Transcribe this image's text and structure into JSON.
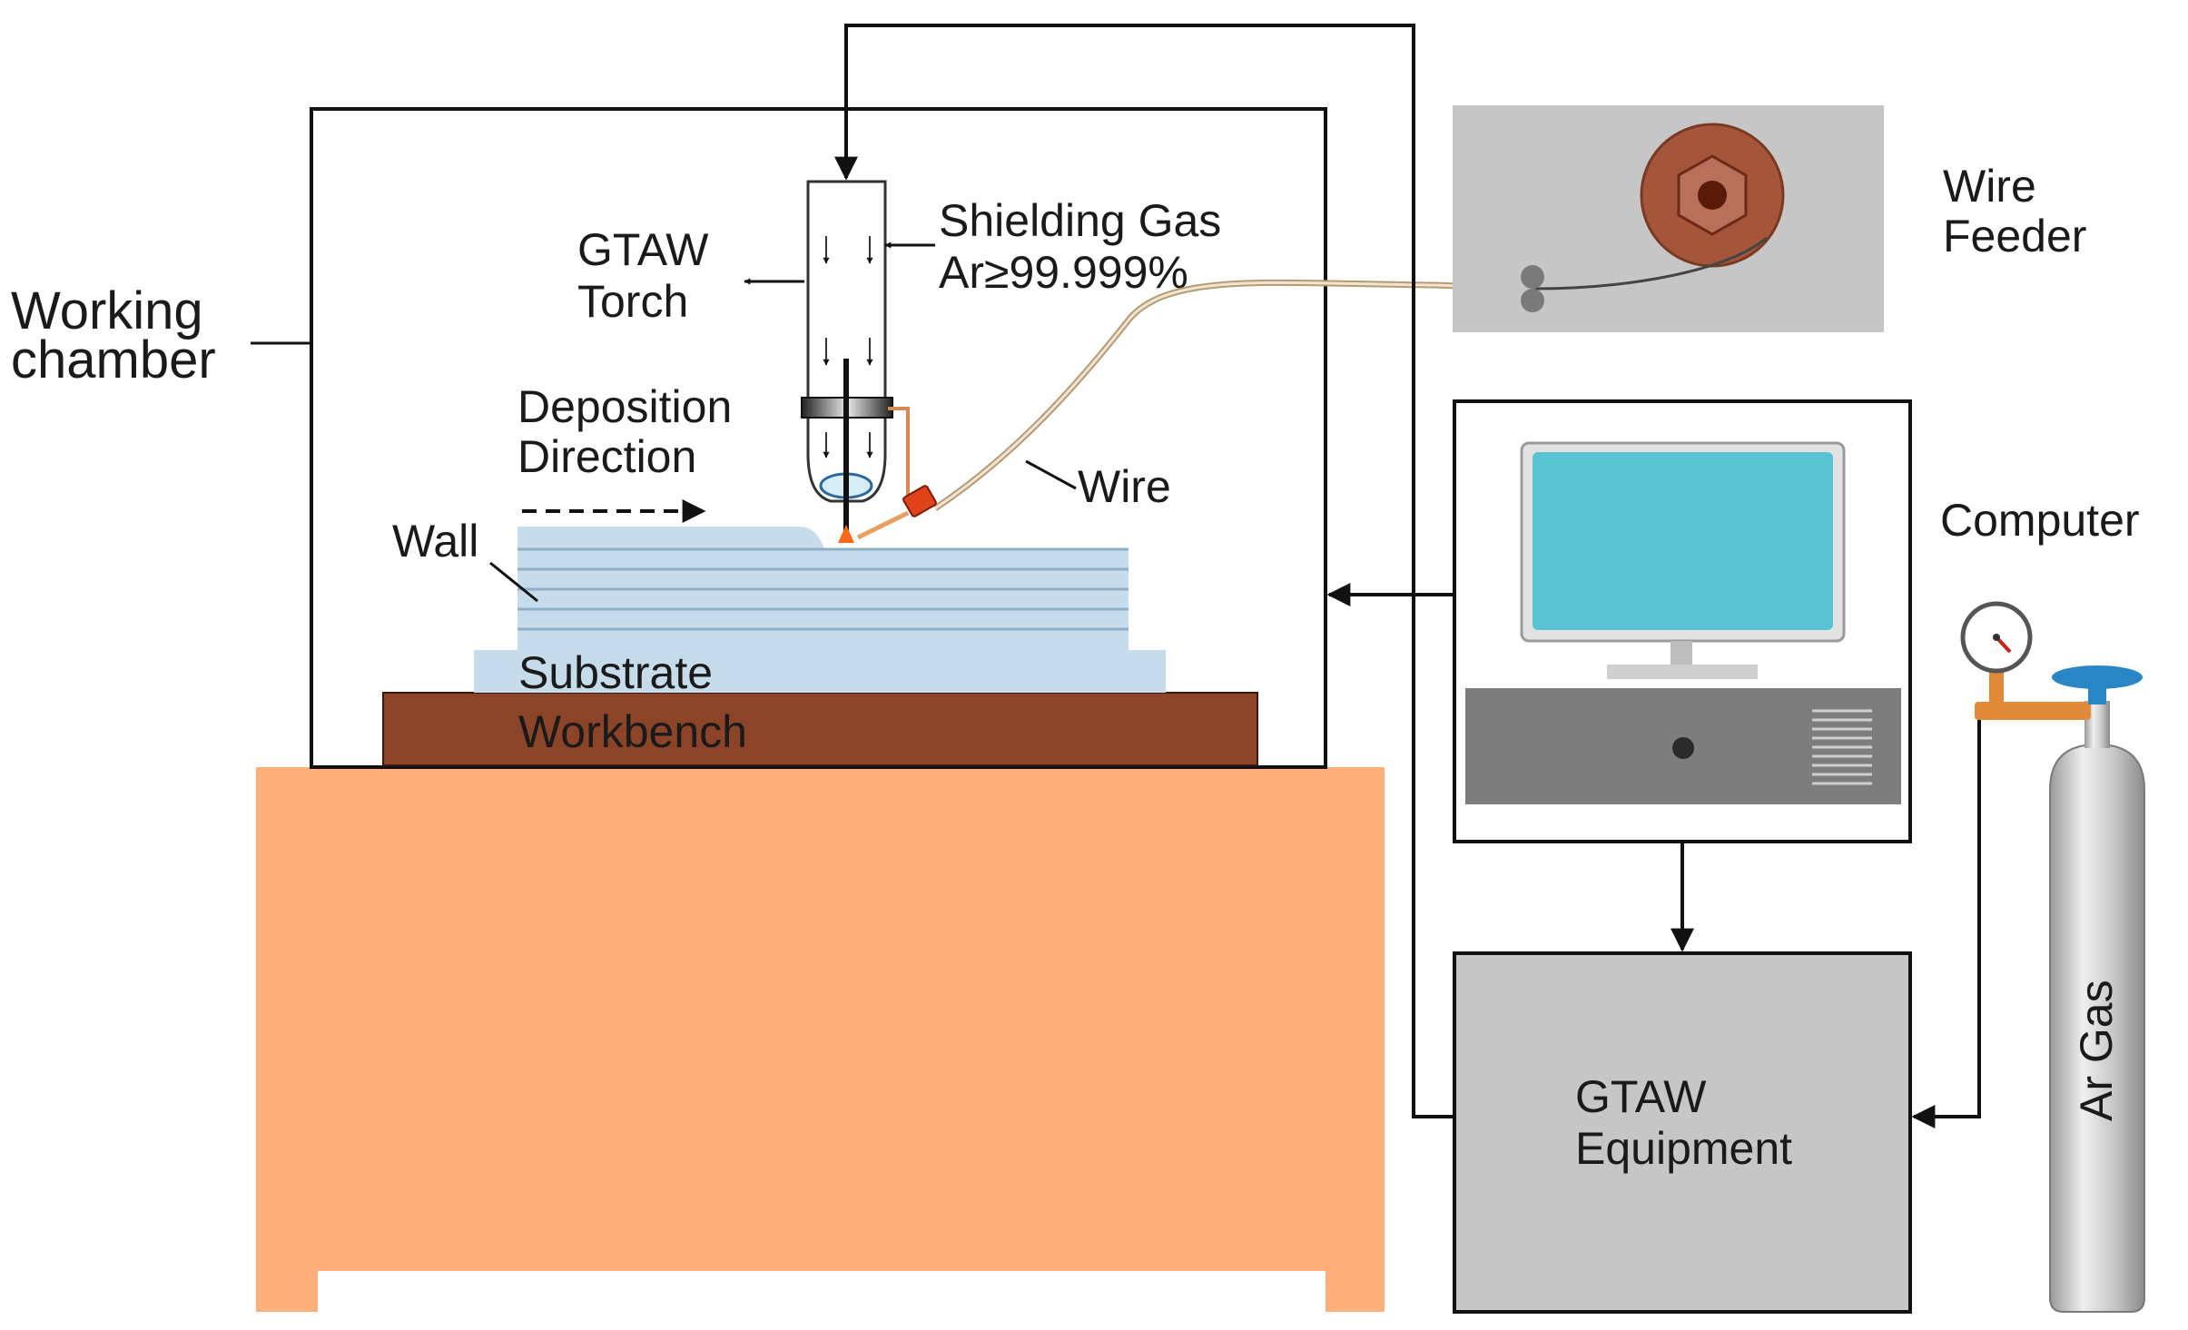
{
  "labels": {
    "working_chamber": [
      "Working",
      "chamber"
    ],
    "gtaw_torch": [
      "GTAW",
      "Torch"
    ],
    "shielding_gas": [
      "Shielding Gas",
      "Ar≥99.999%"
    ],
    "deposition_direction": [
      "Deposition",
      "Direction"
    ],
    "wall": "Wall",
    "wire": "Wire",
    "substrate": "Substrate",
    "workbench": "Workbench",
    "wire_feeder": [
      "Wire",
      "Feeder"
    ],
    "computer": "Computer",
    "gtaw_equipment": [
      "GTAW",
      "Equipment"
    ],
    "ar_gas": "Ar Gas"
  },
  "colors": {
    "table": "#fcae7b",
    "workbench": "#8b4427",
    "layers": "#c6dcea",
    "layer_lines": "#8faec7",
    "panel_gray": "#c6c6c6",
    "screen": "#5bc2d3",
    "spool": "#a4553a",
    "valve": "#2a86c4",
    "pipe": "#e08a3a"
  }
}
